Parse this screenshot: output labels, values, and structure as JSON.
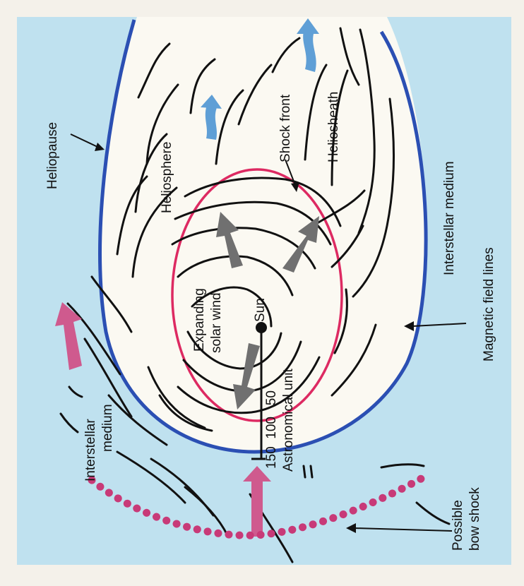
{
  "colors": {
    "paper": "#f4f1ea",
    "interstellar": "#bfe1ef",
    "heliosphere": "#fbf9f2",
    "heliopause_line": "#2b4fb3",
    "shock_front_line": "#dd2a62",
    "bow_shock": "#c83a78",
    "inflow_arrow": "#cf5a8e",
    "outflow_arrow": "#5f9fd6",
    "wind_arrow": "#707070",
    "field_line": "#111111"
  },
  "labels": {
    "heliopause": "Heliopause",
    "heliosphere": "Heliosphere",
    "shock_front": "Shock front",
    "heliosheath": "Heliosheath",
    "interstellar_medium_right": "Interstellar medium",
    "magnetic_field_lines": "Magnetic field lines",
    "expanding_solar_wind_1": "Expanding",
    "expanding_solar_wind_2": "solar wind",
    "sun": "Sun",
    "scale_ticks": "150  100   50",
    "astronomical_unit": "Astronomical unit",
    "interstellar_medium_left_1": "Interstellar",
    "interstellar_medium_left_2": "medium",
    "possible_bow_shock_1": "Possible",
    "possible_bow_shock_2": "bow shock"
  }
}
